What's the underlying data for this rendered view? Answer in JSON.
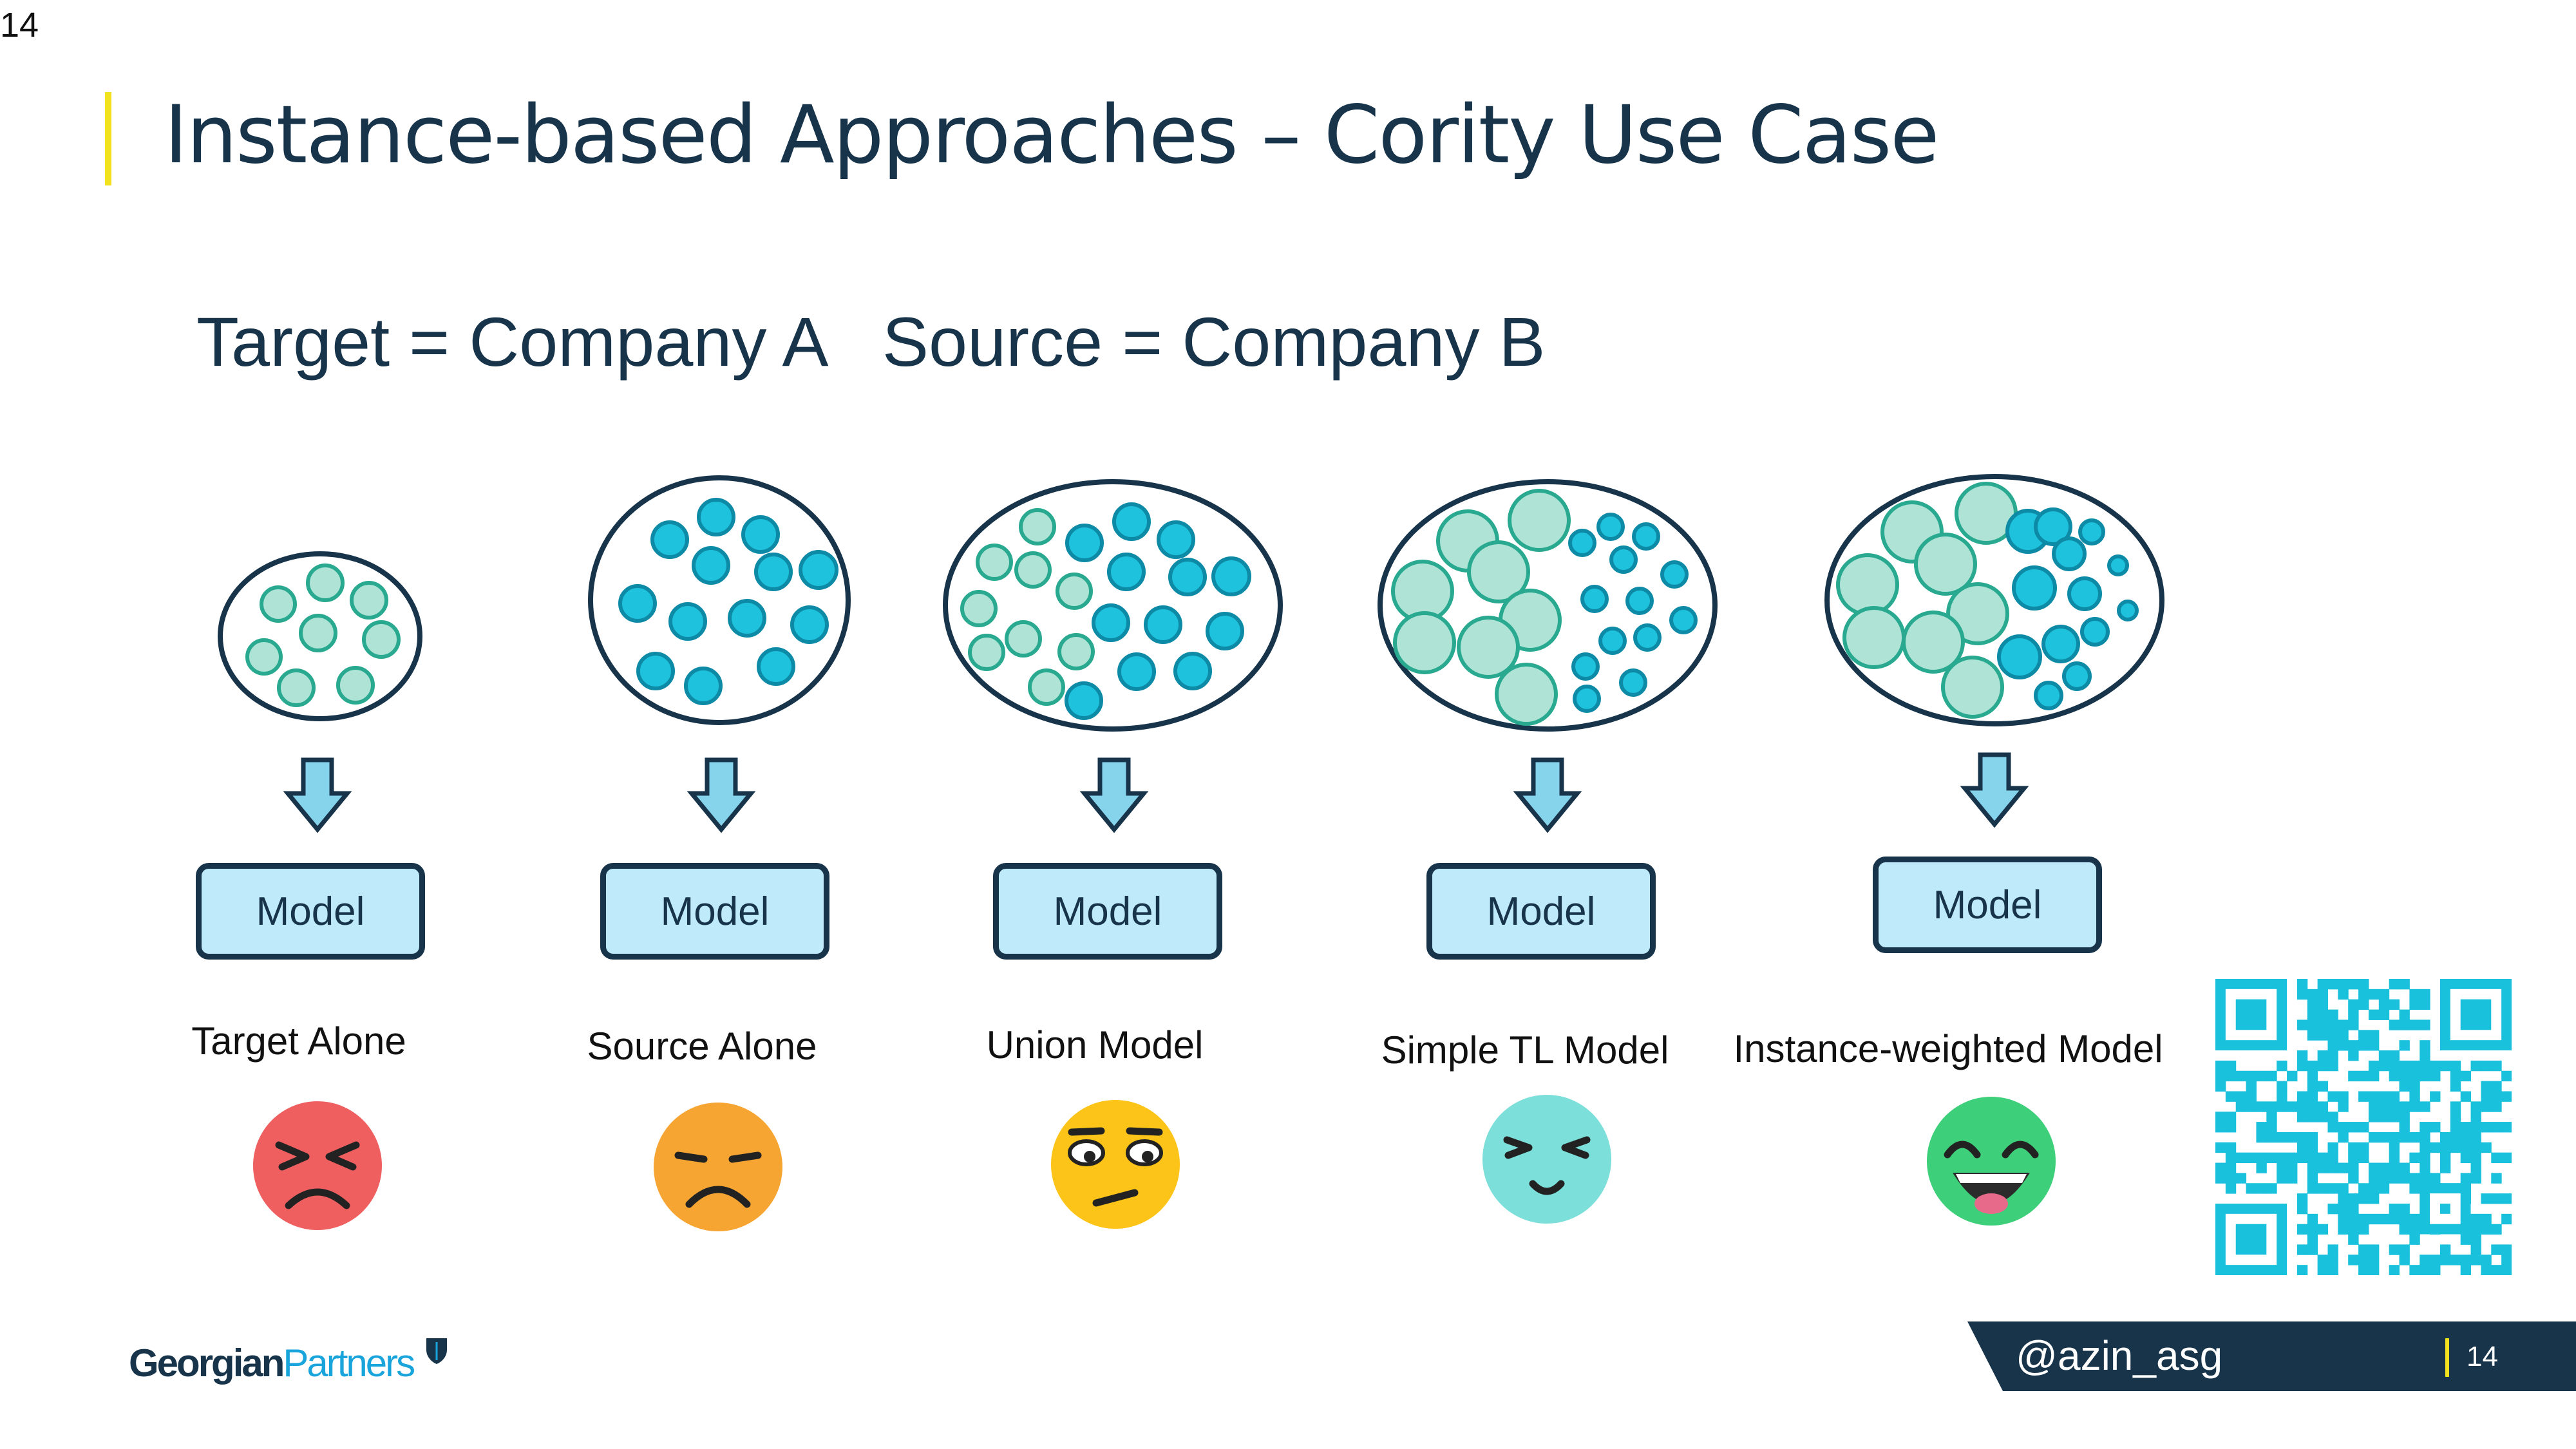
{
  "slide": {
    "corner_number": "14",
    "title": "Instance-based Approaches – Cority Use Case",
    "subtitle_target": "Target = Company A",
    "subtitle_source": "Source = Company B"
  },
  "panels": [
    {
      "model_label": "Model",
      "caption": "Target Alone",
      "emoji": "angry-face-icon",
      "emoji_color": "#ef5f5f"
    },
    {
      "model_label": "Model",
      "caption": "Source Alone",
      "emoji": "sad-face-icon",
      "emoji_color": "#f7a532"
    },
    {
      "model_label": "Model",
      "caption": "Union Model",
      "emoji": "skeptical-face-icon",
      "emoji_color": "#fcc419"
    },
    {
      "model_label": "Model",
      "caption": "Simple TL Model",
      "emoji": "content-face-icon",
      "emoji_color": "#7ddfd9"
    },
    {
      "model_label": "Model",
      "caption": "Instance-weighted Model",
      "emoji": "laughing-face-icon",
      "emoji_color": "#3ecf7a"
    }
  ],
  "colors": {
    "target_instance": "#aee3d6",
    "source_instance": "#1ec2dd",
    "outline": "#17344a",
    "arrow_fill": "#86d3ec",
    "accent_yellow": "#f2e21e"
  },
  "footer": {
    "logo_part1": "Georgian",
    "logo_part2": "Partners",
    "handle": "@azin_asg",
    "page_number": "14"
  },
  "qr_code": {
    "icon": "qr-code-icon",
    "color": "#19c1dd"
  }
}
